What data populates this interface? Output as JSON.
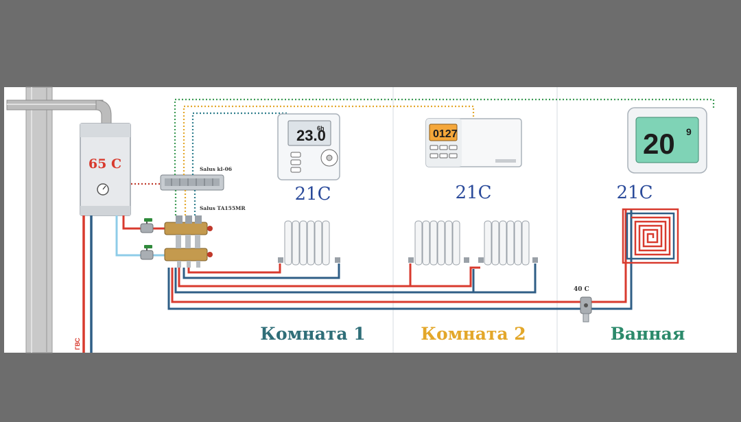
{
  "boiler": {
    "temperature": "65 C"
  },
  "controller": {
    "label": "Salus kl-06"
  },
  "manifold": {
    "label": "Salus TA155MR"
  },
  "dhw": {
    "label": "ГВС"
  },
  "floor_valve": {
    "label": "40 C"
  },
  "rooms": [
    {
      "name": "Комната 1",
      "setpoint": "21C",
      "display": "23.0",
      "display_small": "6h"
    },
    {
      "name": "Комната 2",
      "setpoint": "21C",
      "display": "0127"
    },
    {
      "name": "Ванная",
      "setpoint": "21C",
      "display": "20",
      "display_small": "9"
    }
  ],
  "colors": {
    "hot_pipe": "#d83a2e",
    "cold_pipe": "#2f5e86",
    "room1_text": "#2f6e78",
    "room2_text": "#e3a72a",
    "bath_text": "#2c8a6b",
    "setpoint_text": "#2a4a9a",
    "wire_green": "#3b9a53",
    "wire_yellow": "#e3a72a",
    "wire_red": "#c0392b"
  }
}
